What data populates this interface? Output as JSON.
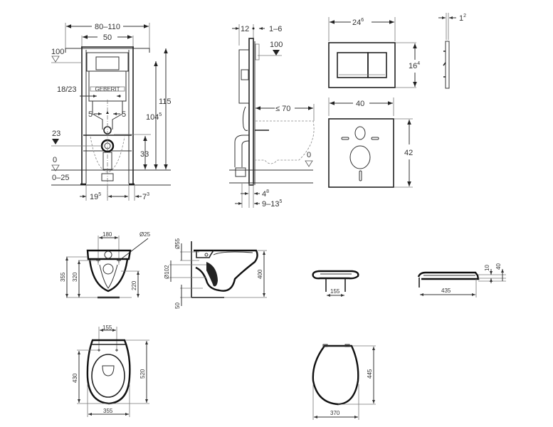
{
  "title": "Wall-hung WC installation technical drawing",
  "frame": {
    "width_range": "80–110",
    "width_inner": "50",
    "level_100": "100",
    "ref_18_23": "18/23",
    "offset_left": "5",
    "offset_right": "5",
    "height_total": "115",
    "height_104": "104",
    "height_104_sup": "5",
    "level_23": "23",
    "height_33": "33",
    "level_0": "0",
    "floor_range": "0–25",
    "bottom_left": "19",
    "bottom_left_sup": "5",
    "bottom_right": "7",
    "bottom_right_sup": "3",
    "brand_label": "GEBERIT"
  },
  "side_view": {
    "depth_12": "12",
    "wall_range": "1–6",
    "level_100": "100",
    "max_70": "≤ 70",
    "level_0": "0",
    "depth_4": "4",
    "depth_4_sup": "8",
    "depth_range": "9–13",
    "depth_range_sup": "5"
  },
  "flush_plate": {
    "width": "24",
    "width_sup": "6",
    "height": "16",
    "height_sup": "4",
    "thickness": "1",
    "thickness_sup": "2"
  },
  "sound_mat": {
    "width": "40",
    "height": "42"
  },
  "bowl_front": {
    "hole_spacing": "180",
    "hole_diameter": "Ø25",
    "height_355": "355",
    "height_320": "320",
    "height_220": "220"
  },
  "bowl_side": {
    "dia_55": "Ø55",
    "dia_102": "Ø102",
    "offset_50": "50",
    "height_400": "400"
  },
  "seat_front": {
    "hinge_spacing": "155"
  },
  "seat_side": {
    "length": "435",
    "thickness_10": "10",
    "thickness_40": "40"
  },
  "bowl_top": {
    "hole_spacing": "155",
    "length_430": "430",
    "length_520": "520",
    "width": "355"
  },
  "seat_top": {
    "length": "445",
    "width": "370"
  }
}
